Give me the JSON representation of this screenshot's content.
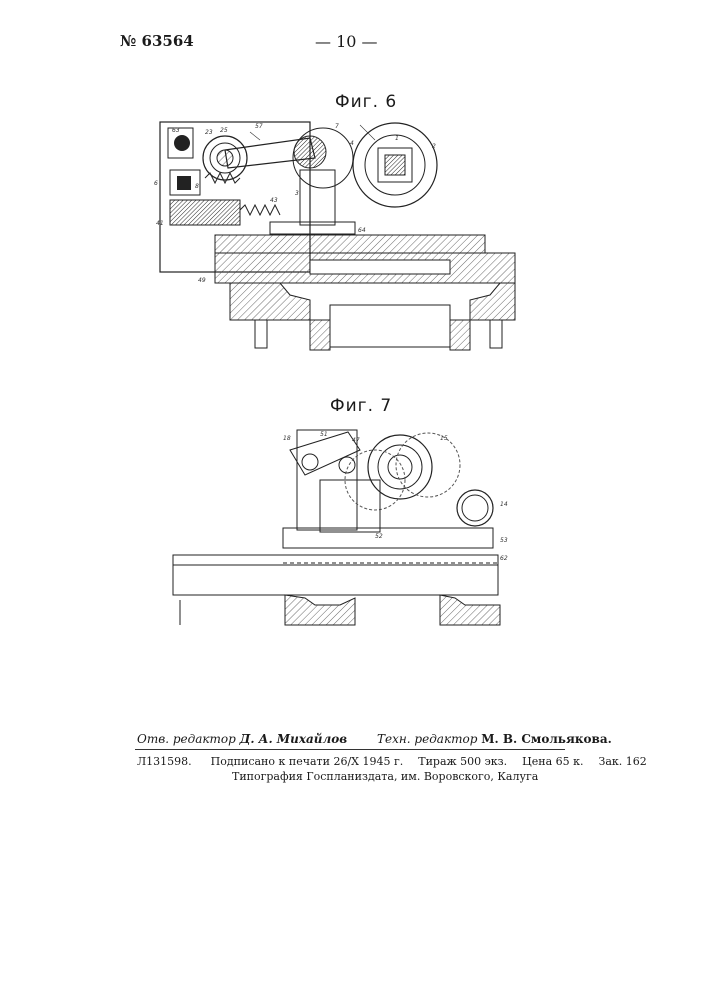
{
  "header": {
    "patent_number": "№ 63564",
    "page_number": "— 10 —"
  },
  "figures": [
    {
      "label": "Фиг. 6"
    },
    {
      "label": "Фиг. 7"
    }
  ],
  "fig6_numbers": [
    "63",
    "23",
    "25",
    "57",
    "7",
    "2",
    "1",
    "4",
    "6",
    "8",
    "43",
    "3",
    "64",
    "41",
    "49"
  ],
  "fig7_numbers": [
    "18",
    "51",
    "47",
    "15",
    "14",
    "52",
    "53",
    "62"
  ],
  "footer": {
    "editor_label": "Отв. редактор",
    "editor_name": "Д. А. Михайлов",
    "tech_editor_label": "Техн. редактор",
    "tech_editor_name": "М. В. Смольякова.",
    "code": "Л131598.",
    "signed": "Подписано к печати 26/X 1945 г.",
    "print_run": "Тираж 500 экз.",
    "price": "Цена 65 к.",
    "order": "Зак. 162",
    "printer": "Типография Госпланиздата, им. Воровского, Калуга"
  }
}
